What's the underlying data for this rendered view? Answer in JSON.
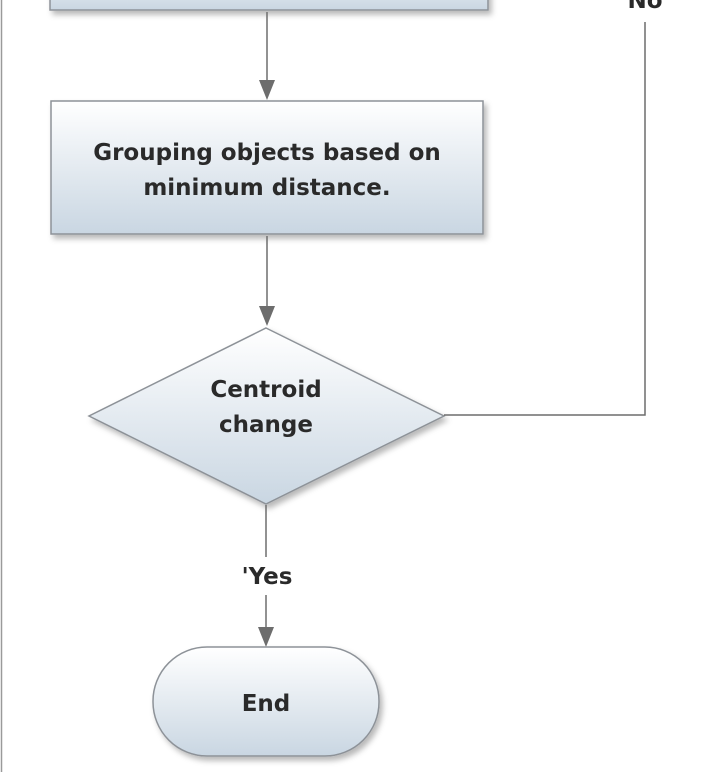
{
  "flowchart": {
    "group_step": {
      "line1": "Grouping objects based on",
      "line2": "minimum distance."
    },
    "decision": {
      "line1": "Centroid",
      "line2": "change"
    },
    "end": {
      "label": "End"
    },
    "edges": {
      "no_label": "No",
      "yes_label": "'Yes"
    }
  },
  "colors": {
    "box_top": "#ffffff",
    "box_bottom": "#c9d6e2",
    "border": "#8d9298",
    "connector": "#6d6d6d",
    "text": "#2a2a2a"
  }
}
